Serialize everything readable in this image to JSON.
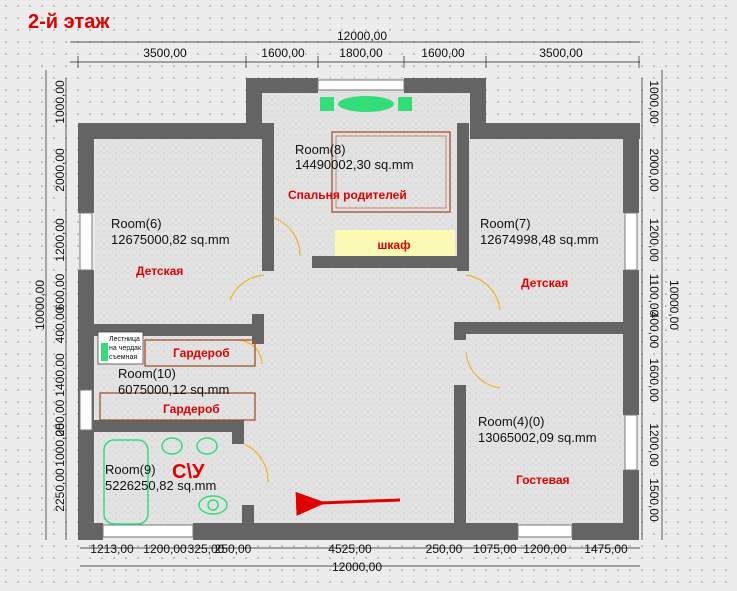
{
  "title": "2-й этаж",
  "dimensions": {
    "top_total": "12000,00",
    "top_segments": [
      "3500,00",
      "1600,00",
      "1800,00",
      "1600,00",
      "3500,00"
    ],
    "bottom_total": "12000,00",
    "bottom_segments": [
      "1213,00",
      "1200,00",
      "325,00",
      "250,00",
      "4525,00",
      "250,00",
      "1075,00",
      "1200,00",
      "1475,00"
    ],
    "left_total": "10000,00",
    "left_segments": [
      "1000,00",
      "2000,00",
      "1200,00",
      "600,00",
      "400,00",
      "1400,00",
      "250,00",
      "1000,00",
      "2250,00"
    ],
    "right_total": "10000,00",
    "right_segments": [
      "1000,00",
      "2000,00",
      "1200,00",
      "1100,00",
      "400,00",
      "1600,00",
      "1200,00",
      "1500,00"
    ]
  },
  "rooms": [
    {
      "name": "Room(8)",
      "area": "14490002,30 sq.mm",
      "label": "Спальня родителей"
    },
    {
      "name": "Room(6)",
      "area": "12675000,82 sq.mm",
      "label": "Детская"
    },
    {
      "name": "Room(7)",
      "area": "12674998,48 sq.mm",
      "label": "Детская"
    },
    {
      "name": "Room(10)",
      "area": "6075000,12 sq.mm",
      "label": "Гардероб"
    },
    {
      "name": "Room(4)(0)",
      "area": "13065002,09 sq.mm",
      "label": "Гостевая"
    },
    {
      "name": "Room(9)",
      "area": "5226250,82 sq.mm",
      "label": "С\\У"
    }
  ],
  "labels": {
    "wardrobe_closet": "шкаф",
    "wardrobe_top": "Гардероб",
    "stair_note_1": "Лестница",
    "stair_note_2": "на чердак",
    "stair_note_3": "съемная"
  },
  "colors": {
    "wall": "#646464",
    "annotation": "#e00000",
    "closet": "#fafab4",
    "fixture": "#33dd77"
  }
}
